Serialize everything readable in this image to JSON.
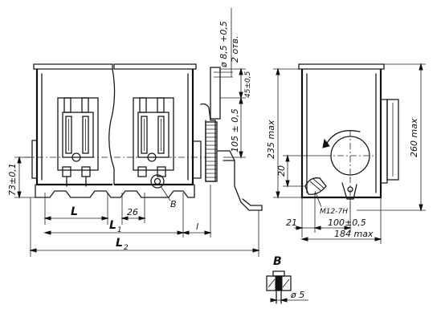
{
  "labels": {
    "hole_dia": "ø 8,5 +0,5",
    "hole_count": "2 отв.",
    "offset_45": "45±0,5",
    "height_105": "105 ± 0,5",
    "height_235": "235 max",
    "height_260": "260 max",
    "height_73": "73±0,1",
    "height_20": "20",
    "dim_L": "L",
    "dim_L1": "L",
    "dim_L1_sub": "1",
    "dim_L2": "L",
    "dim_L2_sub": "2",
    "dim_26": "26",
    "dim_l": "l",
    "dim_21": "21",
    "dim_100": "100±0,5",
    "dim_184": "184 max",
    "thread": "M12-7H",
    "view_ref": "B",
    "detail_title": "B",
    "detail_dia": "ø 5"
  },
  "colors": {
    "ink": "#111111",
    "paper": "#ffffff"
  }
}
